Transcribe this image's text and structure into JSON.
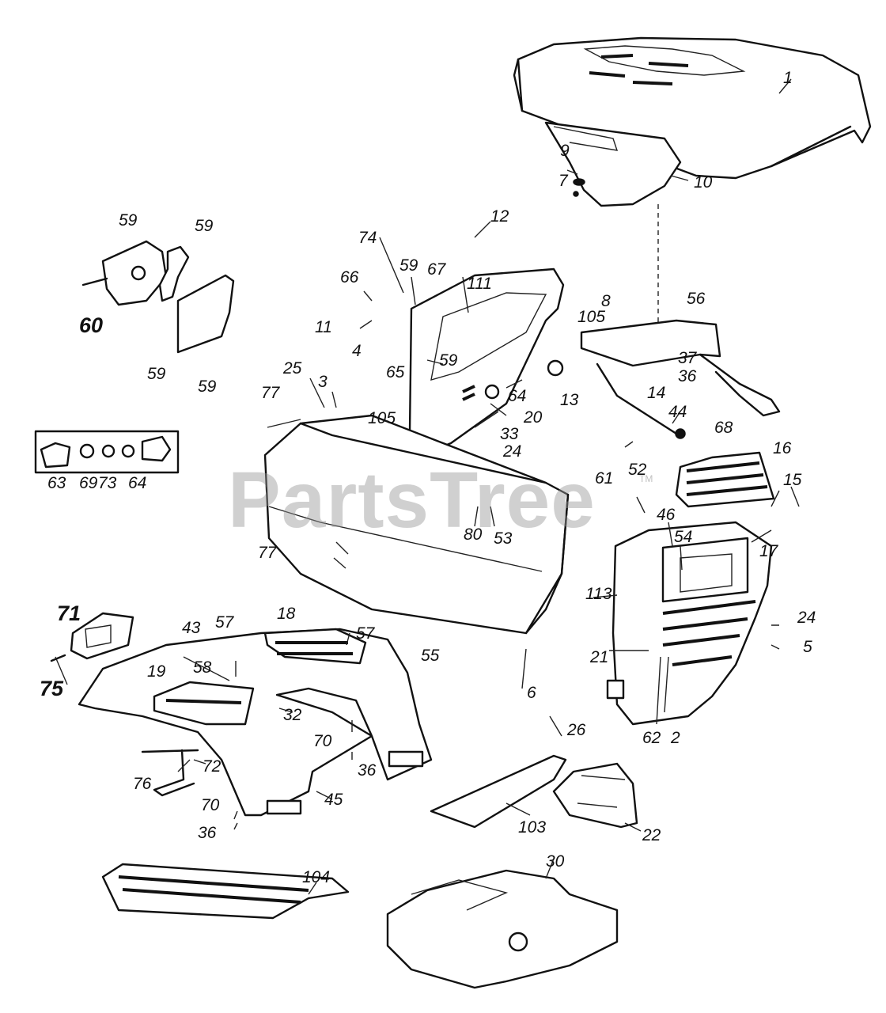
{
  "diagram": {
    "watermark": "PartsTree",
    "watermark_mark": "TM",
    "callouts": [
      "1",
      "9",
      "7",
      "10",
      "12",
      "59",
      "59",
      "59",
      "59",
      "59",
      "60",
      "74",
      "59",
      "67",
      "66",
      "111",
      "11",
      "4",
      "8",
      "56",
      "105",
      "37",
      "36",
      "13",
      "14",
      "65",
      "64",
      "20",
      "105",
      "25",
      "3",
      "77",
      "33",
      "24",
      "44",
      "63",
      "69",
      "73",
      "64",
      "68",
      "16",
      "15",
      "52",
      "61",
      "80",
      "53",
      "46",
      "54",
      "17",
      "77",
      "113",
      "24",
      "5",
      "71",
      "43",
      "57",
      "18",
      "57",
      "55",
      "21",
      "2",
      "62",
      "75",
      "19",
      "58",
      "32",
      "6",
      "70",
      "36",
      "26",
      "76",
      "72",
      "70",
      "36",
      "45",
      "103",
      "22",
      "104",
      "30"
    ]
  }
}
